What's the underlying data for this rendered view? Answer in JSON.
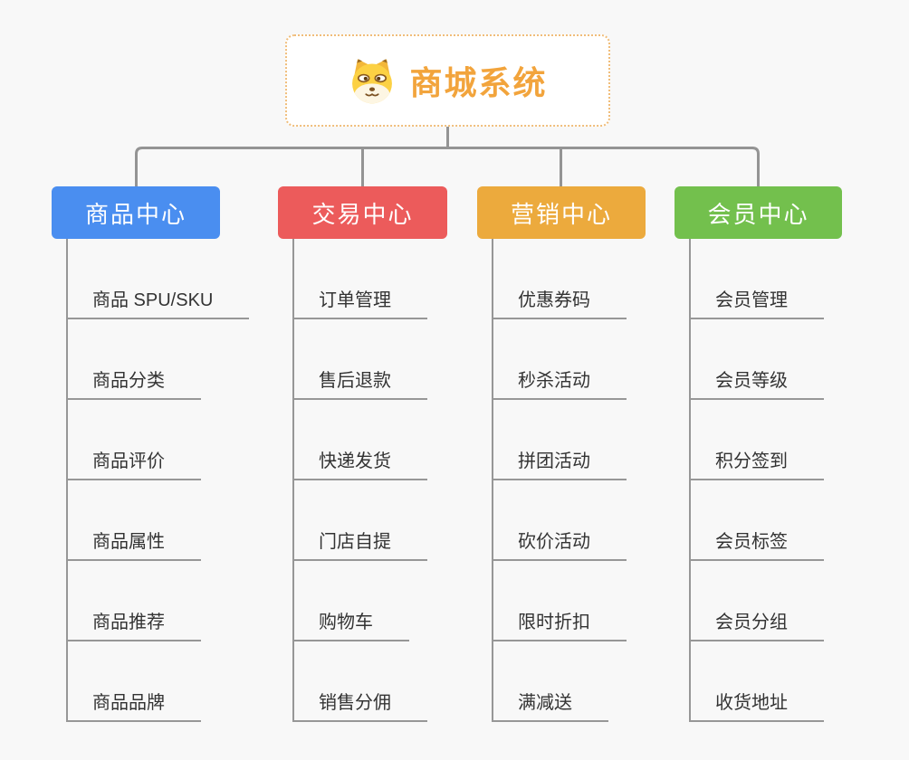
{
  "root": {
    "title": "商城系统",
    "icon": "shiba-dog-icon"
  },
  "branches": [
    {
      "label": "商品中心",
      "color": "#4a8ef0",
      "items": [
        "商品 SPU/SKU",
        "商品分类",
        "商品评价",
        "商品属性",
        "商品推荐",
        "商品品牌"
      ]
    },
    {
      "label": "交易中心",
      "color": "#ec5b5b",
      "items": [
        "订单管理",
        "售后退款",
        "快递发货",
        "门店自提",
        "购物车",
        "销售分佣"
      ]
    },
    {
      "label": "营销中心",
      "color": "#ecaa3d",
      "items": [
        "优惠券码",
        "秒杀活动",
        "拼团活动",
        "砍价活动",
        "限时折扣",
        "满减送"
      ]
    },
    {
      "label": "会员中心",
      "color": "#73c04d",
      "items": [
        "会员管理",
        "会员等级",
        "积分签到",
        "会员标签",
        "会员分组",
        "收货地址"
      ]
    }
  ],
  "theme": {
    "background": "#f8f8f8",
    "connector_color": "#979797",
    "root_border_color": "#f0bd7a",
    "root_title_color": "#f2a43c",
    "item_text_color": "#333333"
  }
}
